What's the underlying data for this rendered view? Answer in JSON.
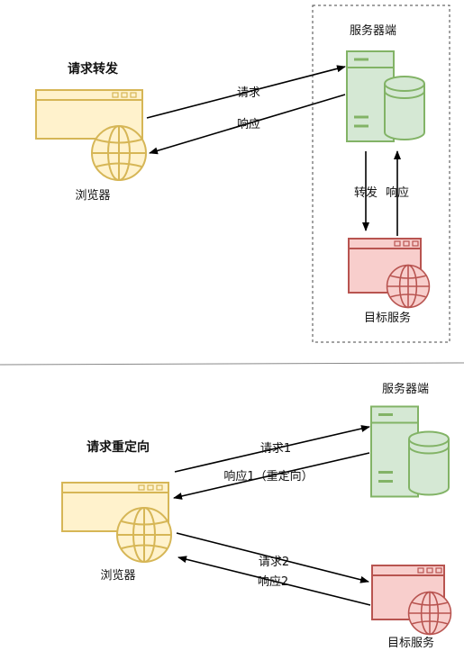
{
  "forward": {
    "title": "请求转发",
    "browser_label": "浏览器",
    "server_label": "服务器端",
    "target_label": "目标服务",
    "request_label": "请求",
    "response_label": "响应",
    "forward_label": "转发",
    "return_label": "响应"
  },
  "redirect": {
    "title": "请求重定向",
    "browser_label": "浏览器",
    "server_label": "服务器端",
    "target_label": "目标服务",
    "request1_label": "请求1",
    "response1_label": "响应1（重定向）",
    "request2_label": "请求2",
    "response2_label": "响应2"
  },
  "colors": {
    "browser_fill": "#fff2cc",
    "browser_stroke": "#d6b656",
    "server_fill": "#d5e8d4",
    "server_stroke": "#82b366",
    "target_fill": "#f8cecc",
    "target_stroke": "#b85450",
    "arrow": "#000000"
  }
}
